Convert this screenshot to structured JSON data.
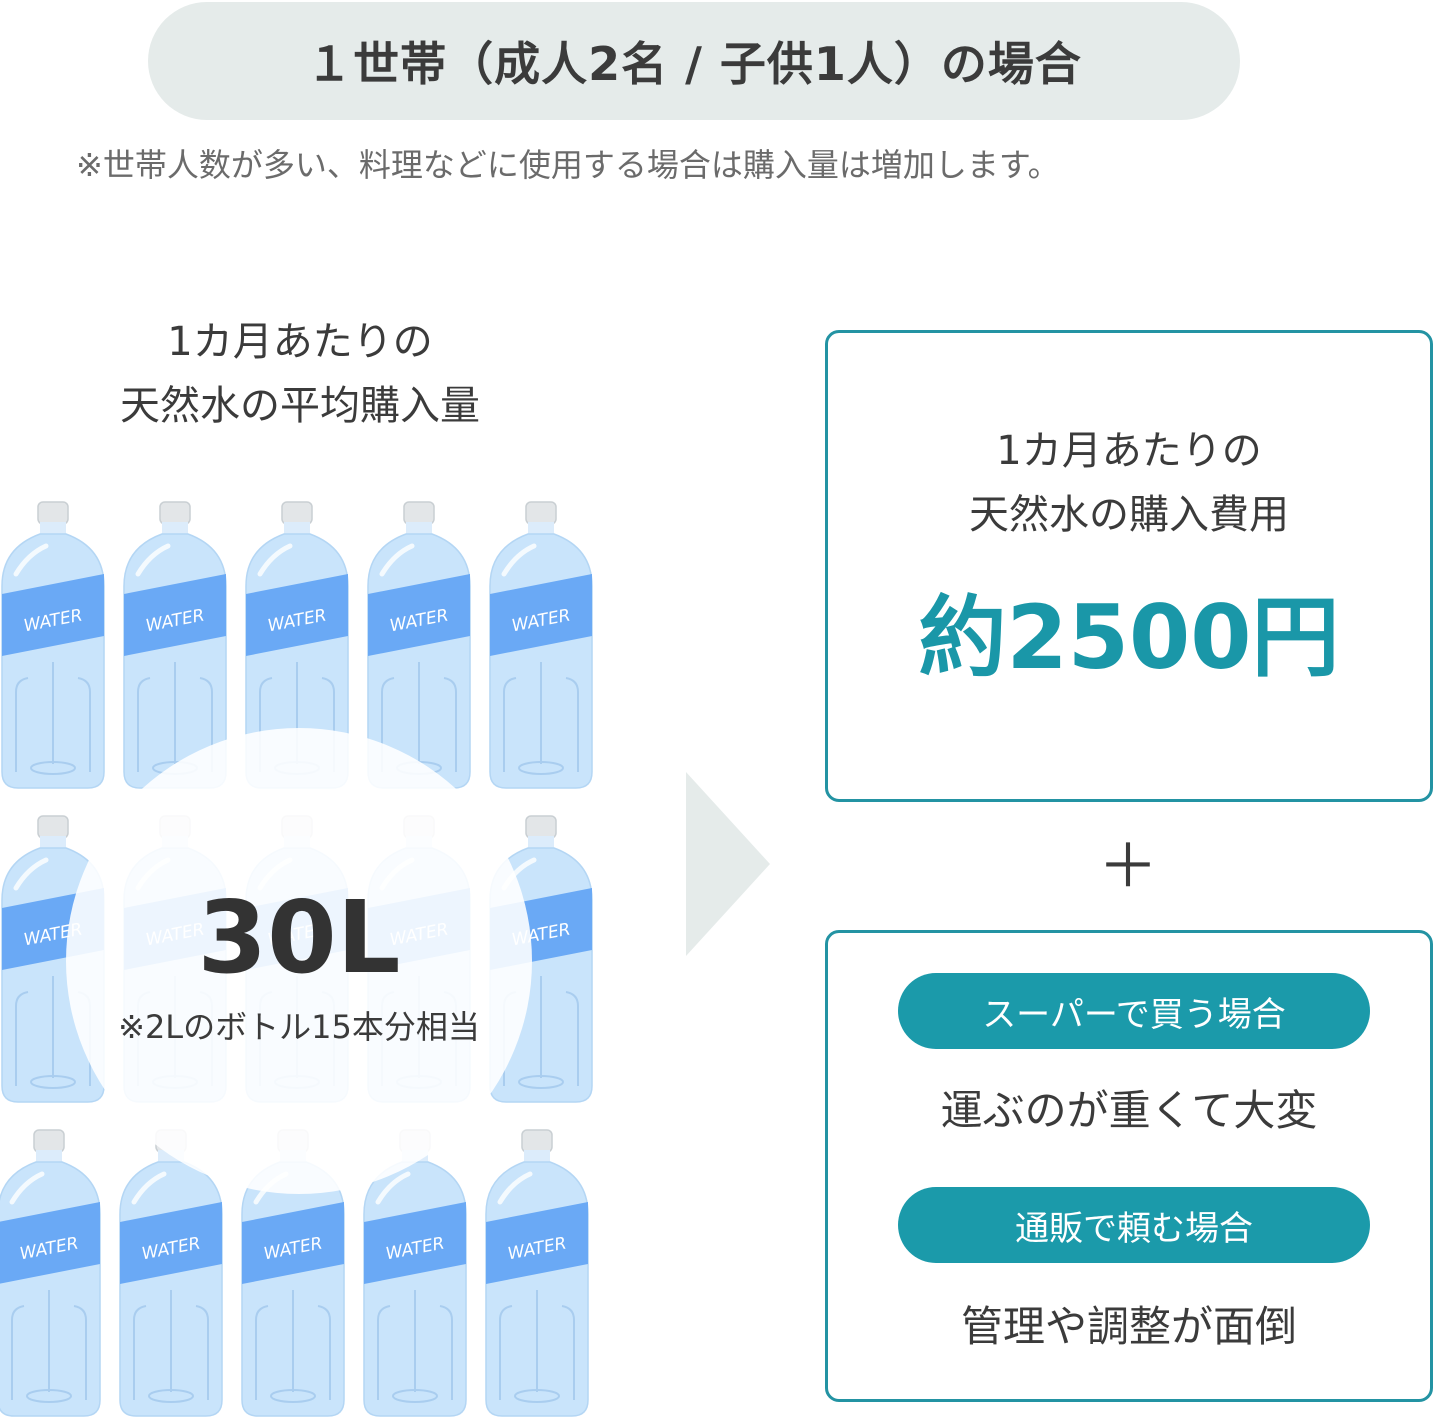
{
  "header": {
    "title": "１世帯（成人2名 / 子供1人）の場合",
    "note": "※世帯人数が多い、料理などに使用する場合は購入量は増加します。"
  },
  "left": {
    "title_line1": "1カ月あたりの",
    "title_line2": "天然水の平均購入量",
    "amount": "30L",
    "amount_note": "※2Lのボトル15本分相当",
    "bottle_label": "WATER",
    "bottle_count": 15
  },
  "cost_box": {
    "title_line1": "1カ月あたりの",
    "title_line2": "天然水の購入費用",
    "price": "約2500円"
  },
  "plus_sign": "＋",
  "hassle_box": {
    "tag1": "スーパーで買う場合",
    "reason1": "運ぶのが重くて大変",
    "tag2": "通販で頼む場合",
    "reason2": "管理や調整が面倒"
  },
  "colors": {
    "accent": "#1b9aaa",
    "border": "#2393a3",
    "header_bg": "#e5ebea",
    "bottle_body": "#c9e4fb",
    "bottle_label": "#6aa9f5"
  }
}
